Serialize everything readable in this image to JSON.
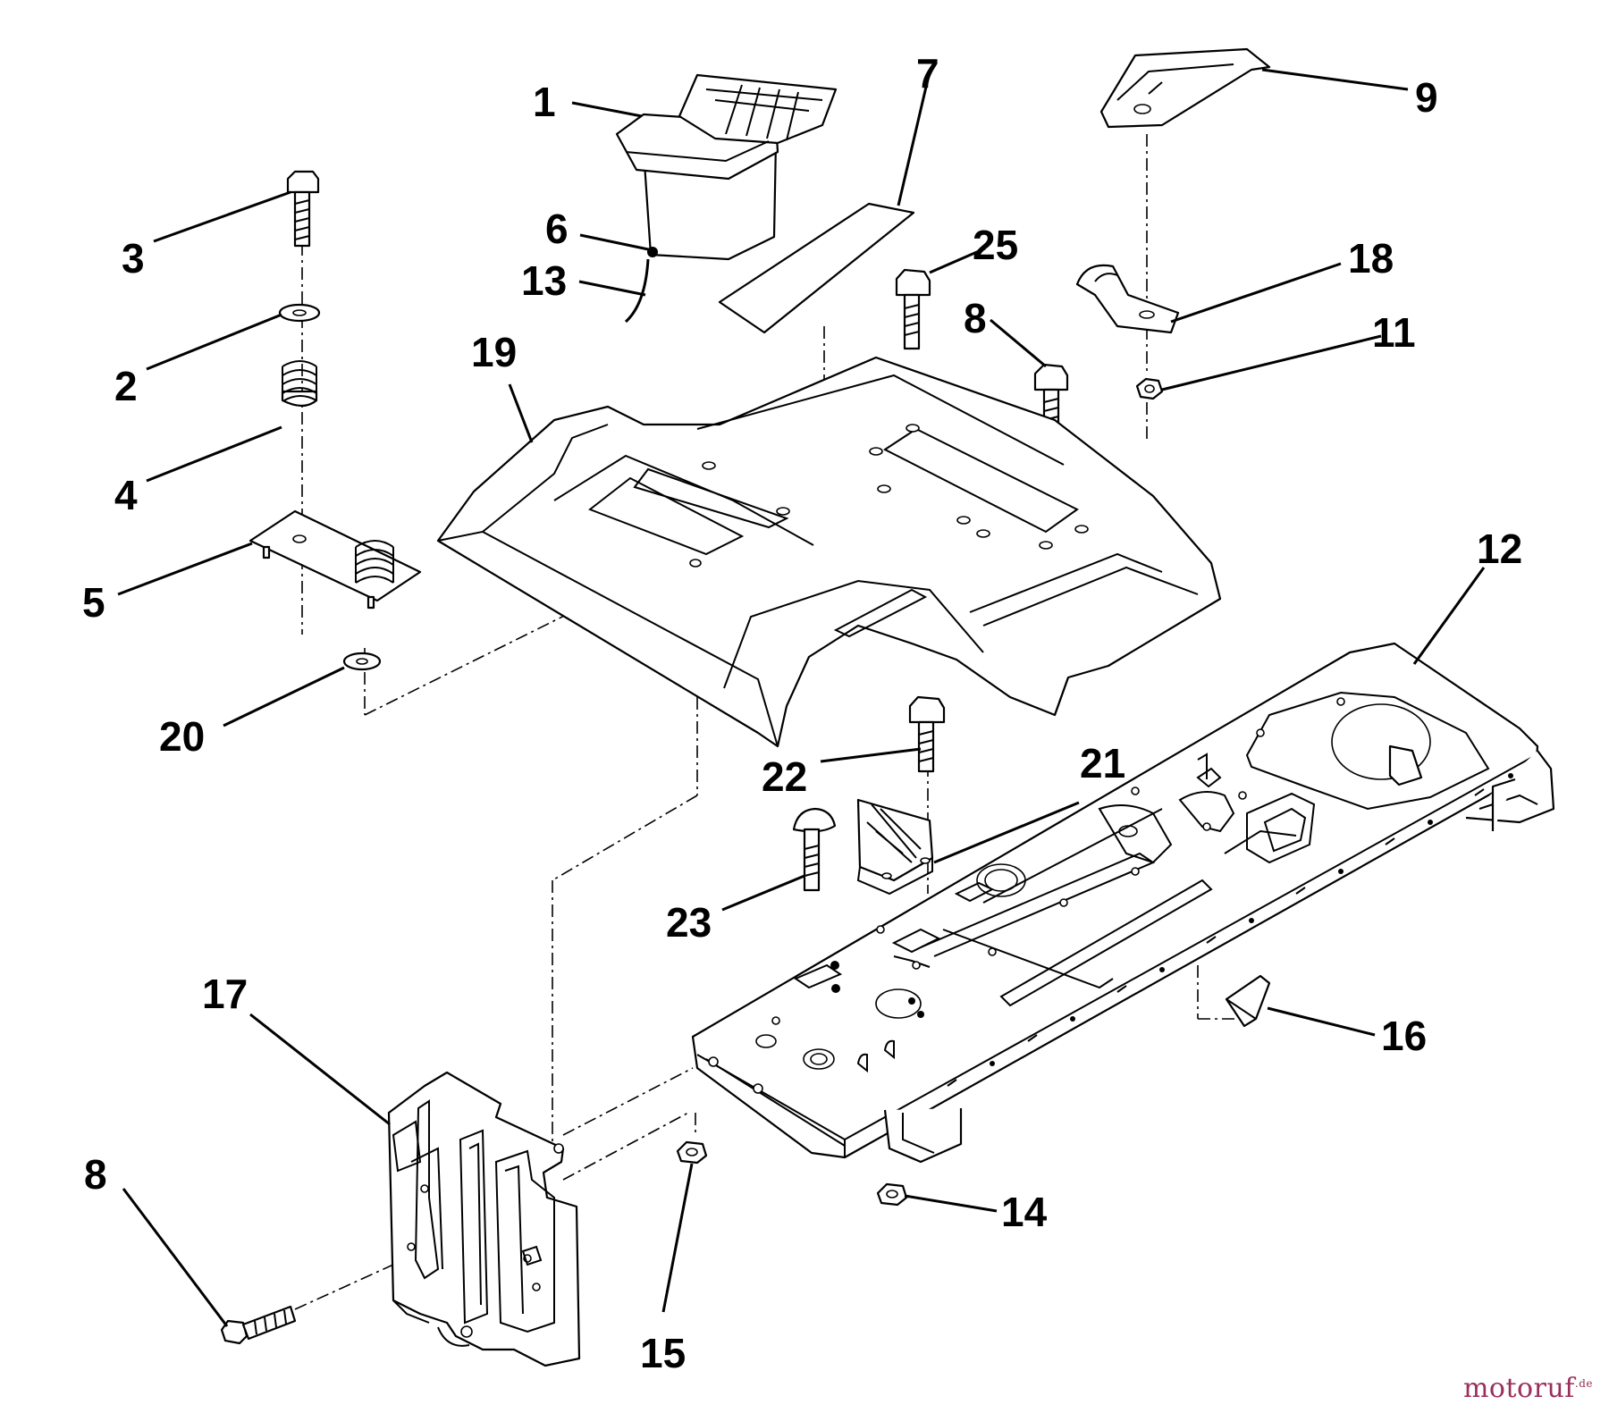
{
  "callouts": [
    {
      "id": "1",
      "label": "1"
    },
    {
      "id": "2",
      "label": "2"
    },
    {
      "id": "3",
      "label": "3"
    },
    {
      "id": "4",
      "label": "4"
    },
    {
      "id": "5",
      "label": "5"
    },
    {
      "id": "6",
      "label": "6"
    },
    {
      "id": "7",
      "label": "7"
    },
    {
      "id": "8a",
      "label": "8"
    },
    {
      "id": "8b",
      "label": "8"
    },
    {
      "id": "9",
      "label": "9"
    },
    {
      "id": "11",
      "label": "11"
    },
    {
      "id": "12",
      "label": "12"
    },
    {
      "id": "13",
      "label": "13"
    },
    {
      "id": "14",
      "label": "14"
    },
    {
      "id": "15",
      "label": "15"
    },
    {
      "id": "16",
      "label": "16"
    },
    {
      "id": "17",
      "label": "17"
    },
    {
      "id": "18",
      "label": "18"
    },
    {
      "id": "19",
      "label": "19"
    },
    {
      "id": "20",
      "label": "20"
    },
    {
      "id": "21",
      "label": "21"
    },
    {
      "id": "22",
      "label": "22"
    },
    {
      "id": "23",
      "label": "23"
    },
    {
      "id": "25",
      "label": "25"
    }
  ],
  "watermark": {
    "text": "motoruf",
    "suffix": ".de"
  }
}
